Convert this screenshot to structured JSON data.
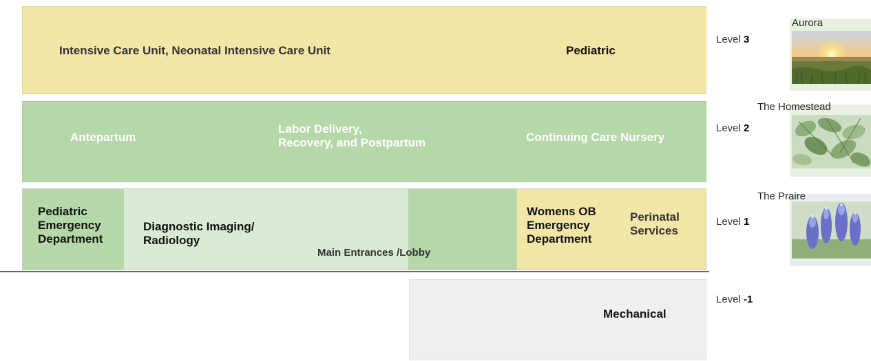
{
  "levels": {
    "level3": {
      "label_prefix": "Level ",
      "label_number": "3",
      "icu": "Intensive Care Unit,  Neonatal Intensive Care Unit",
      "pediatric": "Pediatric",
      "thumb_title": "Aurora",
      "thumb_icon": "sunrise-field-photo"
    },
    "level2": {
      "label_prefix": "Level ",
      "label_number": "2",
      "antepartum": "Antepartum",
      "labor_line1": "Labor Delivery,",
      "labor_line2": "Recovery, and Postpartum",
      "nursery": "Continuing Care Nursery",
      "thumb_title": "The Homestead",
      "thumb_icon": "oak-leaves-photo"
    },
    "level1": {
      "label_prefix": "Level ",
      "label_number": "1",
      "ped_er_line1": "Pediatric",
      "ped_er_line2": "Emergency",
      "ped_er_line3": "Department",
      "diag_line1": "Diagnostic Imaging/",
      "diag_line2": "Radiology",
      "lobby": "Main Entrances /Lobby",
      "ob_line1": "Womens OB",
      "ob_line2": "Emergency",
      "ob_line3": "Department",
      "perinatal_line1": "Perinatal",
      "perinatal_line2": "Services",
      "thumb_title": "The Praire",
      "thumb_icon": "bluebonnet-flowers-photo"
    },
    "level_minus1": {
      "label_prefix": "Level ",
      "label_number": "-1",
      "mechanical": "Mechanical"
    }
  },
  "colors": {
    "yellow": "#f1e6a5",
    "green": "#b6d7a8",
    "light_green": "#d9ead3",
    "gray": "#efefef"
  }
}
